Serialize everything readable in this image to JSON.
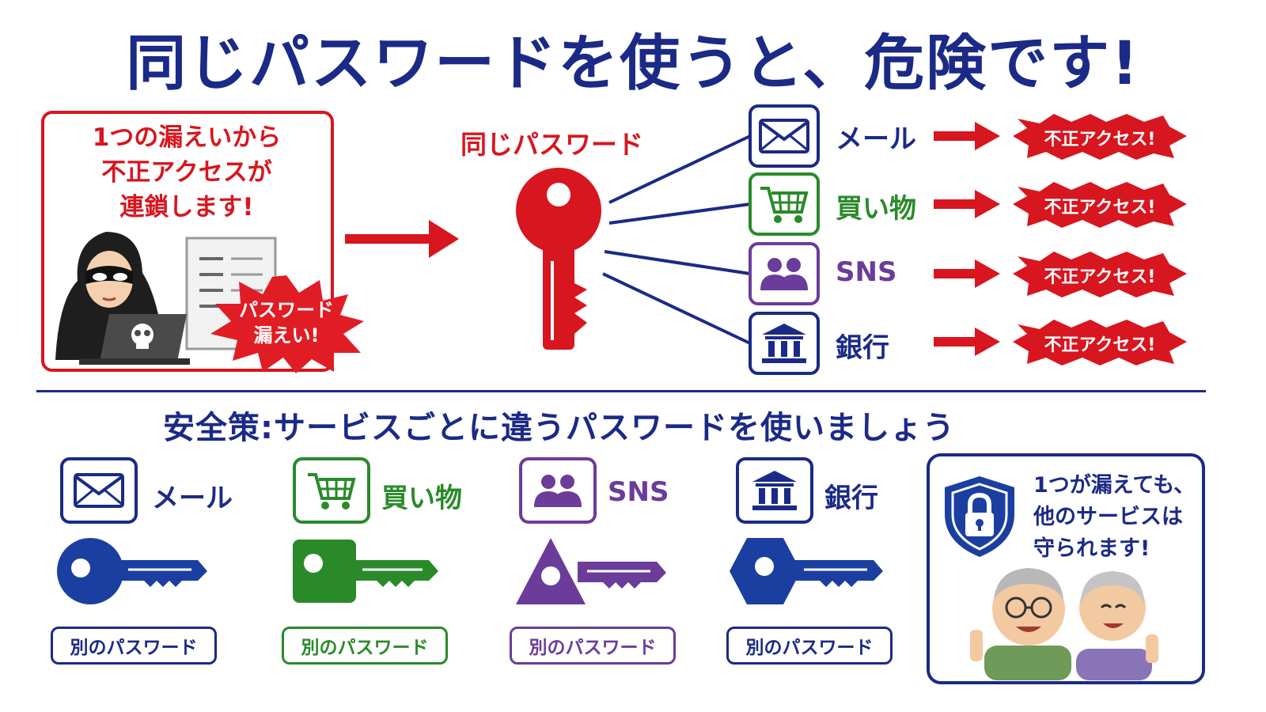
{
  "title": "同じパスワードを使うと、危険です!",
  "warning": {
    "lines": [
      "1つの漏えいから",
      "不正アクセスが",
      "連鎖します!"
    ],
    "burst": [
      "パスワード",
      "漏えい!"
    ]
  },
  "same_password_label": "同じパスワード",
  "services": [
    {
      "name": "メール",
      "icon": "envelope-icon",
      "color": "#1b2a86"
    },
    {
      "name": "買い物",
      "icon": "cart-icon",
      "color": "#2a8a2a"
    },
    {
      "name": "SNS",
      "icon": "users-icon",
      "color": "#6b3c9a"
    },
    {
      "name": "銀行",
      "icon": "bank-icon",
      "color": "#1b2a86"
    }
  ],
  "unauthorized_label": "不正アクセス!",
  "safety_title": "安全策:サービスごとに違うパスワードを使いましょう",
  "different_password_label": "別のパスワード",
  "protect_lines": [
    "1つが漏えても、",
    "他のサービスは",
    "守られます!"
  ],
  "colors": {
    "navy": "#1b2a86",
    "red": "#d7161f",
    "green": "#2a8a2a",
    "purple": "#6b3c9a"
  }
}
